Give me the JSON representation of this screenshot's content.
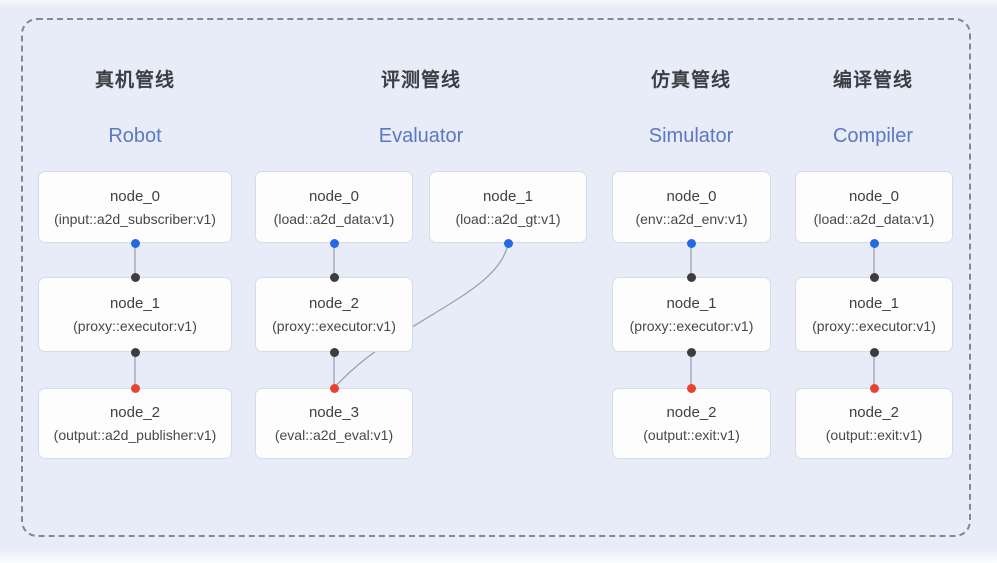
{
  "diagram": {
    "background": "#e8ecf8",
    "frame_border_color": "#85888f",
    "colors": {
      "header_zh": "#3b3e44",
      "header_en": "#5b78c2",
      "node_background": "#fdfdfe",
      "node_border": "#d7dbe4",
      "node_text": "#3e4046",
      "edge_line": "#9aa3b4",
      "port_output_blue": "#2269e2",
      "port_mid_dark": "#3d3d3d",
      "port_input_red": "#e84330"
    },
    "pipelines": [
      {
        "title_zh": "真机管线",
        "title_en": "Robot",
        "nodes": [
          {
            "title": "node_0",
            "sub": "(input::a2d_subscriber:v1)"
          },
          {
            "title": "node_1",
            "sub": "(proxy::executor:v1)"
          },
          {
            "title": "node_2",
            "sub": "(output::a2d_publisher:v1)"
          }
        ],
        "edges": [
          {
            "from": "node_0",
            "to": "node_1"
          },
          {
            "from": "node_1",
            "to": "node_2"
          }
        ]
      },
      {
        "title_zh": "评测管线",
        "title_en": "Evaluator",
        "nodes": [
          {
            "title": "node_0",
            "sub": "(load::a2d_data:v1)"
          },
          {
            "title": "node_1",
            "sub": "(load::a2d_gt:v1)"
          },
          {
            "title": "node_2",
            "sub": "(proxy::executor:v1)"
          },
          {
            "title": "node_3",
            "sub": "(eval::a2d_eval:v1)"
          }
        ],
        "edges": [
          {
            "from": "node_0",
            "to": "node_2"
          },
          {
            "from": "node_1",
            "to": "node_3",
            "style": "curved"
          },
          {
            "from": "node_2",
            "to": "node_3"
          }
        ]
      },
      {
        "title_zh": "仿真管线",
        "title_en": "Simulator",
        "nodes": [
          {
            "title": "node_0",
            "sub": "(env::a2d_env:v1)"
          },
          {
            "title": "node_1",
            "sub": "(proxy::executor:v1)"
          },
          {
            "title": "node_2",
            "sub": "(output::exit:v1)"
          }
        ],
        "edges": [
          {
            "from": "node_0",
            "to": "node_1"
          },
          {
            "from": "node_1",
            "to": "node_2"
          }
        ]
      },
      {
        "title_zh": "编译管线",
        "title_en": "Compiler",
        "nodes": [
          {
            "title": "node_0",
            "sub": "(load::a2d_data:v1)"
          },
          {
            "title": "node_1",
            "sub": "(proxy::executor:v1)"
          },
          {
            "title": "node_2",
            "sub": "(output::exit:v1)"
          }
        ],
        "edges": [
          {
            "from": "node_0",
            "to": "node_1"
          },
          {
            "from": "node_1",
            "to": "node_2"
          }
        ]
      }
    ]
  }
}
